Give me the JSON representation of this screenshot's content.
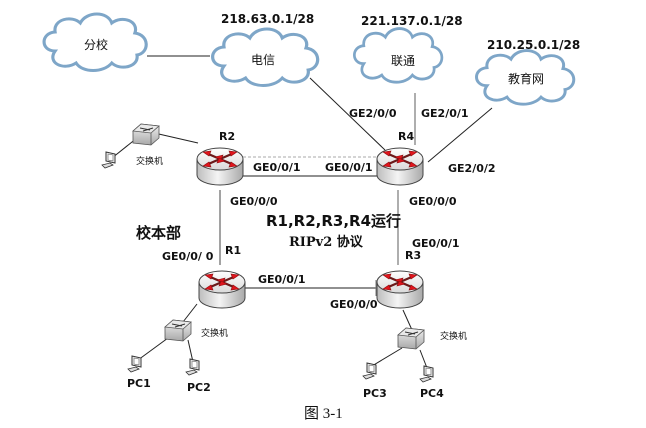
{
  "clouds": {
    "branch": {
      "label": "分校"
    },
    "telecom": {
      "label": "电信",
      "ip": "218.63.0.1/28"
    },
    "unicom": {
      "label": "联通",
      "ip": "221.137.0.1/28"
    },
    "edu": {
      "label": "教育网",
      "ip": "210.25.0.1/28"
    }
  },
  "routers": {
    "r1": {
      "name": "R1"
    },
    "r2": {
      "name": "R2"
    },
    "r3": {
      "name": "R3"
    },
    "r4": {
      "name": "R4"
    }
  },
  "interfaces": {
    "r4_to_telecom": "GE2/0/0",
    "r4_to_unicom": "GE2/0/1",
    "r4_to_edu": "GE2/0/2",
    "r2_to_r4": "GE0/0/1",
    "r4_to_r2": "GE0/0/1",
    "r2_to_r1": "GE0/0/0",
    "r4_to_r3": "GE0/0/0",
    "r3_to_r4": "GE0/0/1",
    "r1_to_r2": "GE0/0/ 0",
    "r1_to_r3": "GE0/0/1",
    "r3_to_r1": "GE0/0/0"
  },
  "switches": {
    "sw_r2": {
      "label": "交换机"
    },
    "sw_r1": {
      "label": "交换机"
    },
    "sw_r3": {
      "label": "交换机"
    }
  },
  "pcs": [
    "PC1",
    "PC2",
    "PC3",
    "PC4"
  ],
  "annotations": {
    "campus": "校本部",
    "protocol_line1": "R1,R2,R3,R4运行",
    "protocol_line2": "RIPv2 协议"
  },
  "caption": "图 3-1",
  "colors": {
    "cloud_outline": "#7ea6c8",
    "router_arrow": "#d0121a",
    "link": "#222222"
  }
}
